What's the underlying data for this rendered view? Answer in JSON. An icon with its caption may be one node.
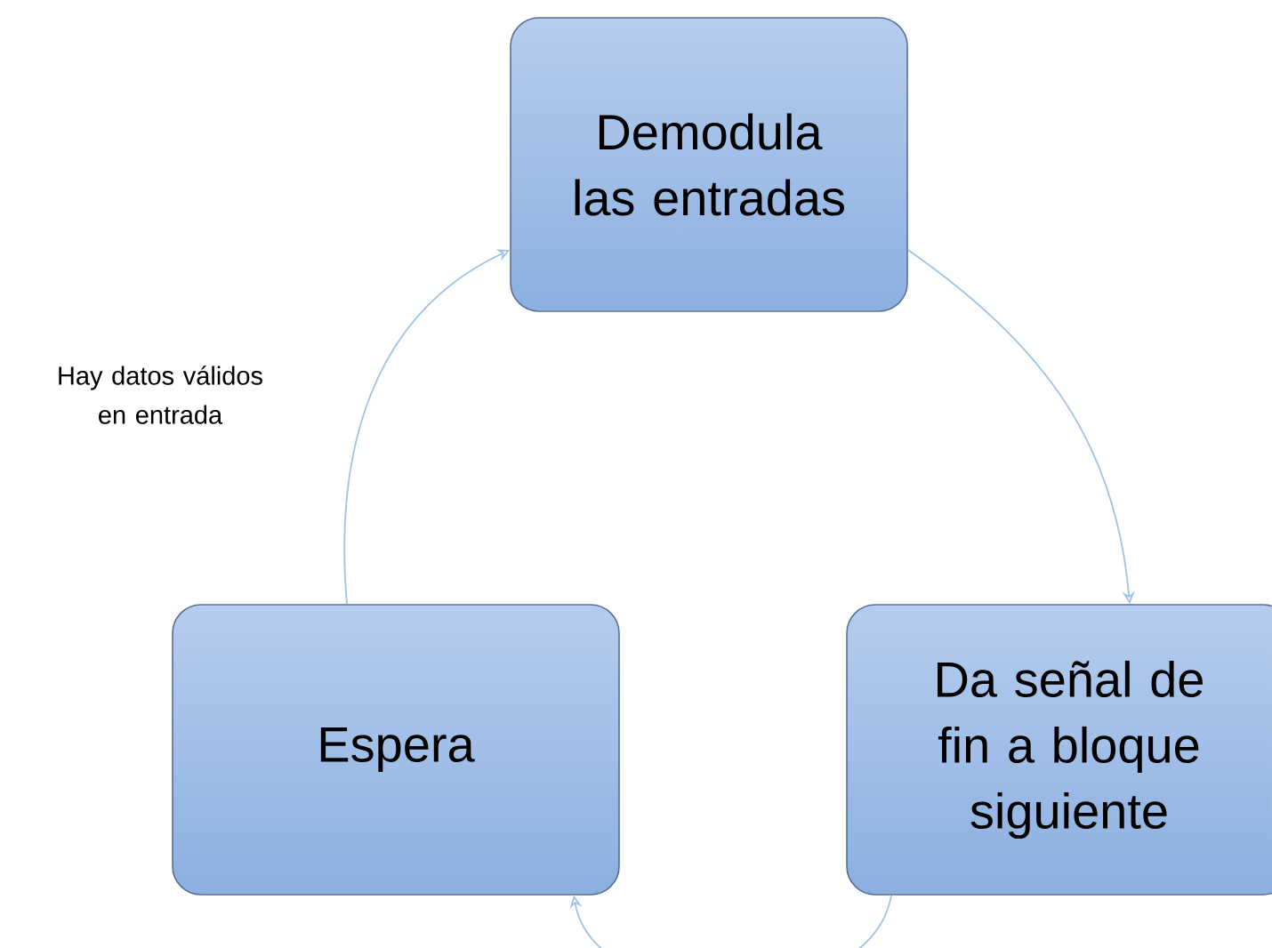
{
  "diagram": {
    "nodes": [
      {
        "text": [
          "Demodula las entradas"
        ]
      },
      {
        "text": [
          "Espera"
        ]
      },
      {
        "text": [
          "Da señal de fin a bloque siguiente"
        ]
      }
    ],
    "edges": [
      {
        "from": 0,
        "to": 2,
        "arrow": "to"
      },
      {
        "from": 2,
        "to": 1,
        "arrow": "to"
      },
      {
        "from": 1,
        "to": 0,
        "arrow": "to",
        "label": "Hay datos válidos en entrada"
      }
    ]
  }
}
